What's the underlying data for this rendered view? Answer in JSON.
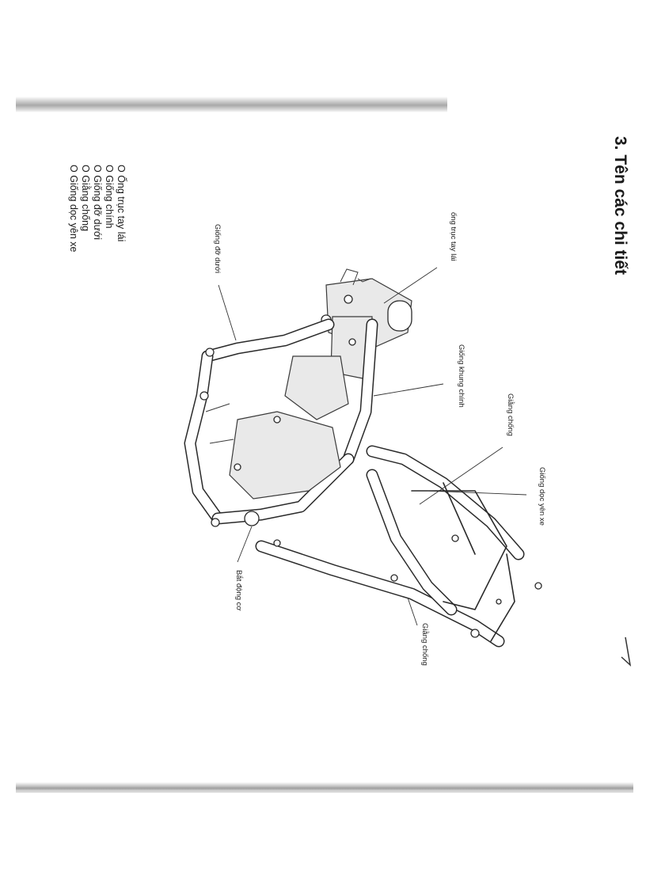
{
  "heading": "3. Tên các chi tiết",
  "parts_list": [
    "O Ống trục tay lái",
    "O Giống chính",
    "O Giống đỡ dưới",
    "O Giằng chống",
    "O Giống dọc yên xe"
  ],
  "callouts": {
    "steering_tube": "ống trục tay lái",
    "main_frame": "Giống khung chính",
    "brace_top": "Giằng chống",
    "seat_rail": "Giống dọc yên xe",
    "lower_support": "Giống đỡ dưới",
    "engine_mount": "Bắt động cơ",
    "brace_bottom": "Giằng chống"
  }
}
